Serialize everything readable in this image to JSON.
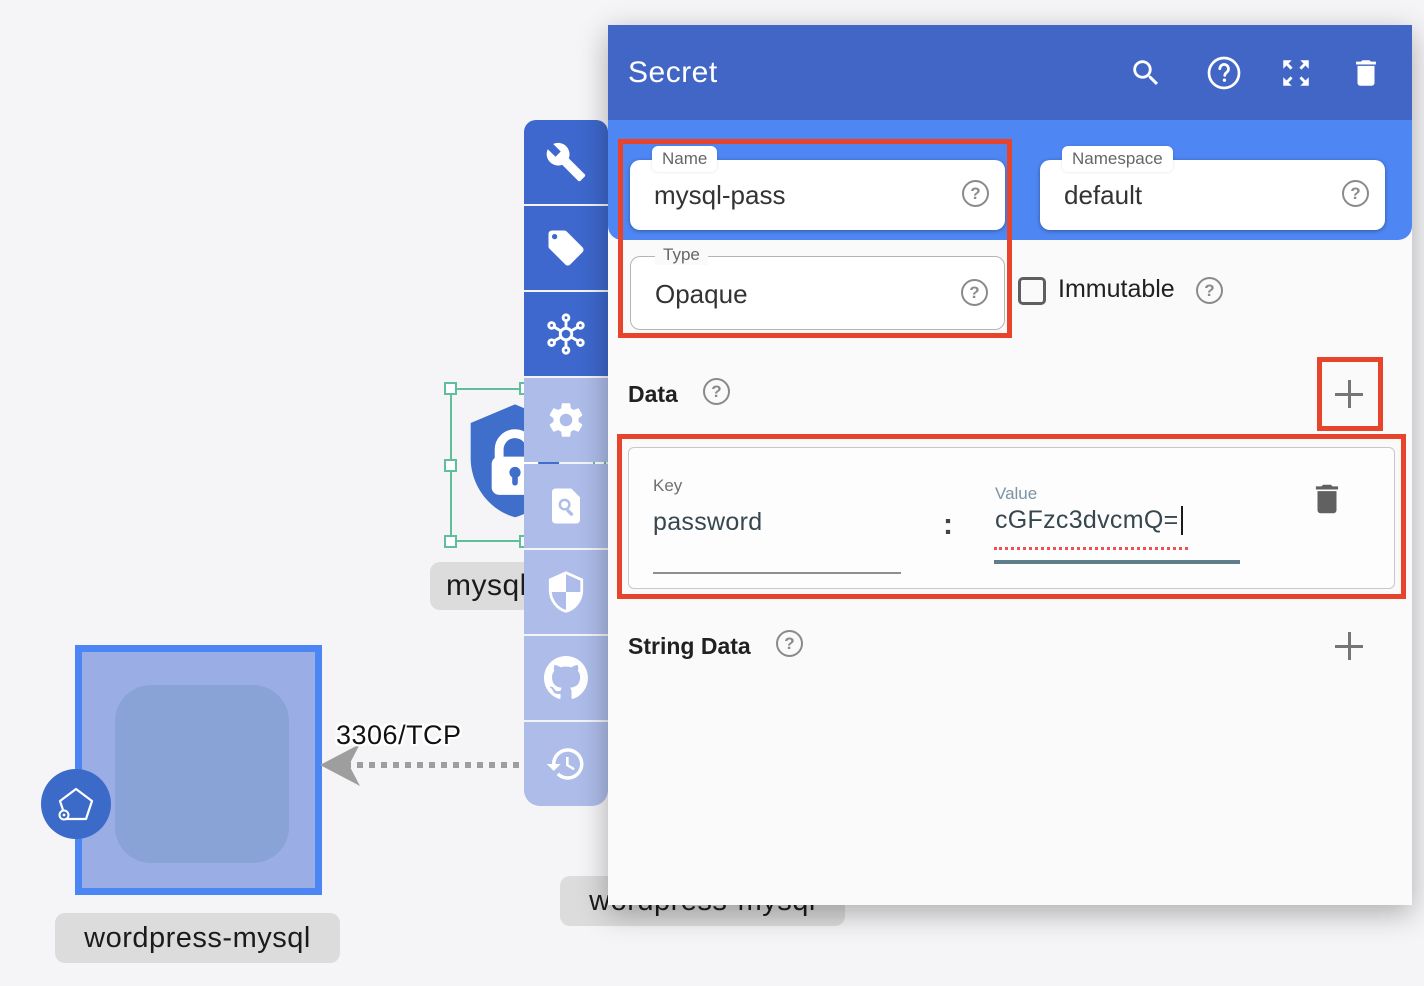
{
  "panel": {
    "title": "Secret",
    "header_icons": [
      "search-icon",
      "help-icon",
      "expand-icon",
      "delete-icon"
    ],
    "fields": {
      "name": {
        "label": "Name",
        "value": "mysql-pass"
      },
      "namespace": {
        "label": "Namespace",
        "value": "default"
      },
      "type": {
        "label": "Type",
        "value": "Opaque"
      }
    },
    "immutable": {
      "label": "Immutable",
      "checked": false
    },
    "help_glyph": "?",
    "data_section": {
      "title": "Data",
      "row": {
        "key_label": "Key",
        "key_value": "password",
        "separator": ":",
        "value_label": "Value",
        "value_value": "cGFzc3dvcmQ="
      }
    },
    "string_data_section": {
      "title": "String Data"
    }
  },
  "toolbar": {
    "items": [
      "wrench-icon",
      "tag-icon",
      "cluster-icon",
      "gear-icon",
      "file-search-icon",
      "shield-icon",
      "github-icon",
      "history-icon"
    ]
  },
  "diagram": {
    "secret_node_label": "mysql-pass",
    "wordpress_node_label": "wordpress-mysql",
    "edge_label": "3306/TCP"
  },
  "colors": {
    "header_blue": "#4266c6",
    "section_blue": "#4e86f3",
    "toolbar_dark": "#3e68cd",
    "toolbar_light": "#adbce9",
    "node_border_blue": "#4c86f4",
    "selection_green": "#5fbf9a",
    "highlight_red": "#e8432b",
    "value_focus_underline": "#607d8b"
  }
}
